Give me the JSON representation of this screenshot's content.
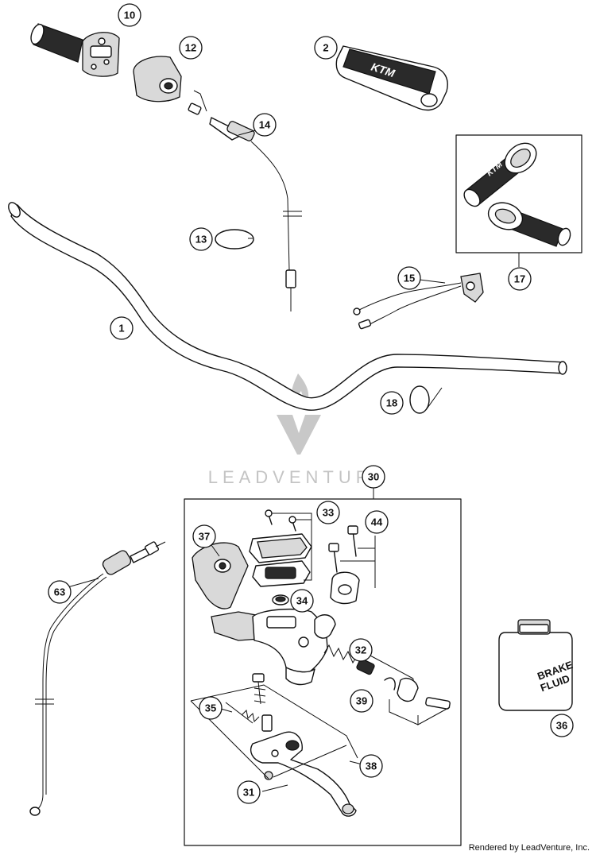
{
  "diagram": {
    "callouts": {
      "c1": "1",
      "c2": "2",
      "c10": "10",
      "c12": "12",
      "c13": "13",
      "c14": "14",
      "c15": "15",
      "c17": "17",
      "c18": "18",
      "c30": "30",
      "c31": "31",
      "c32": "32",
      "c33": "33",
      "c34": "34",
      "c35": "35",
      "c36": "36",
      "c37": "37",
      "c38": "38",
      "c39": "39",
      "c44": "44",
      "c63": "63"
    },
    "can_label_line1": "BRAKE",
    "can_label_line2": "FLUID",
    "pad_logo": "KTM",
    "grip_logo": "KTM",
    "watermark": "LEADVENTURE",
    "footer": "Rendered by LeadVenture, Inc."
  },
  "colors": {
    "line": "#111111",
    "fill_grey": "#d9d9d9",
    "fill_dark": "#2a2a2a",
    "watermark": "#c4c4c4"
  }
}
